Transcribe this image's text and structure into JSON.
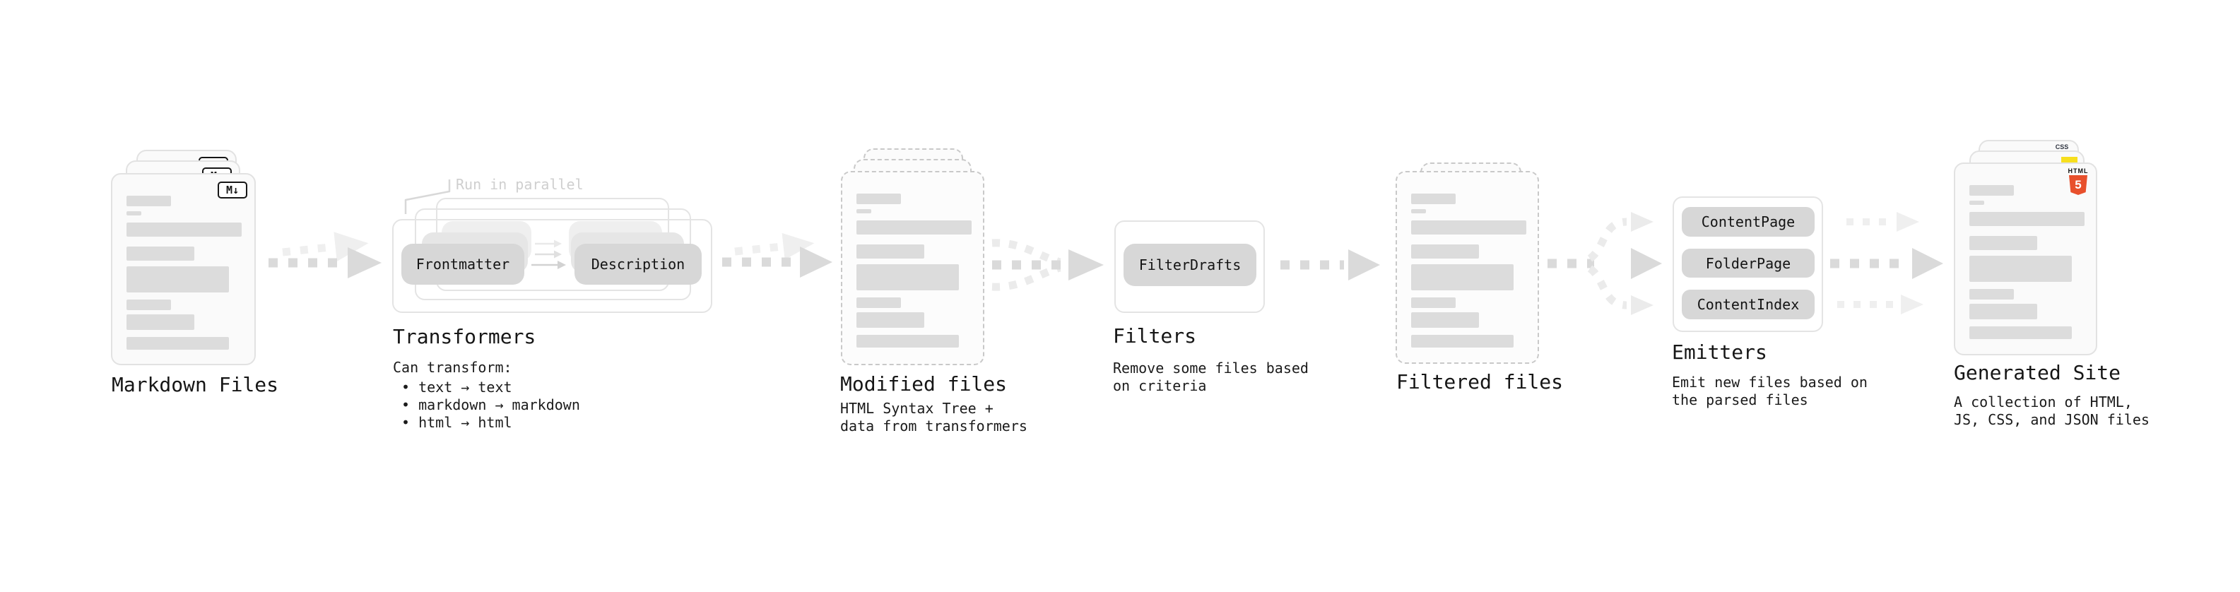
{
  "sections": {
    "markdown_files": {
      "title": "Markdown Files",
      "badge_label": "M↓"
    },
    "transformers": {
      "title": "Transformers",
      "annotation": "Run in parallel",
      "pills": [
        "Frontmatter",
        "Description"
      ],
      "subtitle": "Can transform:",
      "bullets": [
        "• text → text",
        "• markdown → markdown",
        "• html → html"
      ]
    },
    "modified_files": {
      "title": "Modified files",
      "description_lines": [
        "HTML Syntax Tree +",
        "data from transformers"
      ]
    },
    "filters": {
      "title": "Filters",
      "pill": "FilterDrafts",
      "description_lines": [
        "Remove some files based",
        "on criteria"
      ]
    },
    "filtered_files": {
      "title": "Filtered files"
    },
    "emitters": {
      "title": "Emitters",
      "pills": [
        "ContentPage",
        "FolderPage",
        "ContentIndex"
      ],
      "description_lines": [
        "Emit new files based on",
        "the parsed files"
      ]
    },
    "generated_site": {
      "title": "Generated Site",
      "description_lines": [
        "A collection of HTML,",
        "JS, CSS, and JSON files"
      ],
      "badges": {
        "html_label": "HTML",
        "html5_number": "5",
        "css_label": "CSS"
      }
    }
  },
  "colors": {
    "pill_bg": "#d7d7d7",
    "bar_fill": "#dcdcdc",
    "card_bg": "#fafafa",
    "card_border": "#e2e2e2",
    "dashed_border": "#c9c9c9",
    "arrow_dark": "#dadada",
    "arrow_light": "#eeeeee",
    "annotation_text": "#cfcfcf",
    "html5_orange": "#e8502c",
    "js_yellow": "#f7df1e",
    "css_blue": "#2c63e8"
  }
}
